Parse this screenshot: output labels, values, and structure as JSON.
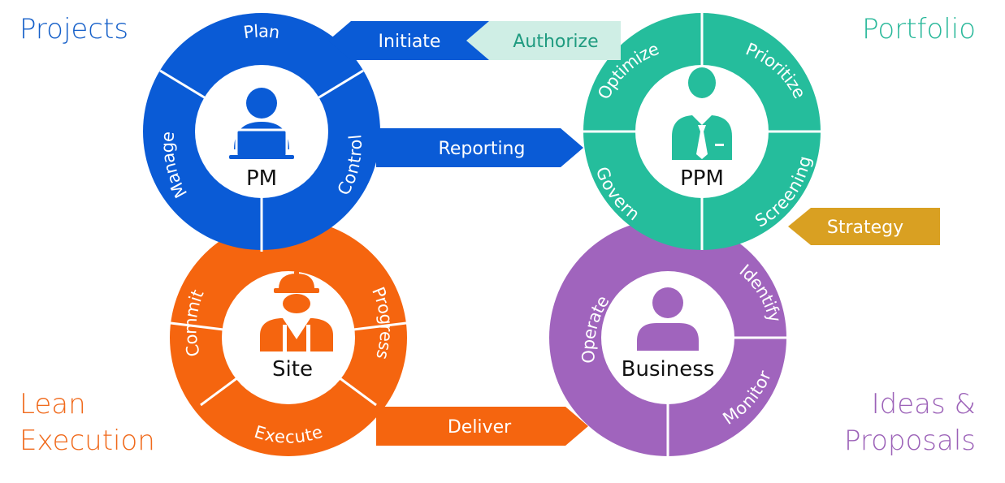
{
  "corners": {
    "projects": "Projects",
    "portfolio": "Portfolio",
    "lean_line1": "Lean",
    "lean_line2": "Execution",
    "ideas_line1": "Ideas &",
    "ideas_line2": "Proposals"
  },
  "cycles": {
    "pm": {
      "center": "PM",
      "segments": [
        "Plan",
        "Control",
        "Manage"
      ],
      "color": "#0a5bd6",
      "icon": "person-laptop-icon"
    },
    "ppm": {
      "center": "PPM",
      "segments": [
        "Optimize",
        "Prioritize",
        "Screening",
        "Govern"
      ],
      "color": "#25bd9c",
      "icon": "businessman-tie-icon"
    },
    "site": {
      "center": "Site",
      "segments": [
        "Commit",
        "Progress",
        "Execute"
      ],
      "color": "#f5650f",
      "icon": "construction-worker-icon"
    },
    "business": {
      "center": "Business",
      "segments": [
        "Identify",
        "Monitor",
        "Operate"
      ],
      "color": "#a064bd",
      "icon": "person-icon"
    }
  },
  "arrows": {
    "initiate": "Initiate",
    "authorize": "Authorize",
    "reporting": "Reporting",
    "strategy": "Strategy",
    "deliver": "Deliver"
  },
  "colors": {
    "projects_text": "#1660c9",
    "portfolio_text": "#29b89a",
    "lean_text": "#f06a1c",
    "ideas_text": "#9c62b8",
    "authorize_arrow": "#cfeee5",
    "strategy_arrow": "#d9a022"
  }
}
